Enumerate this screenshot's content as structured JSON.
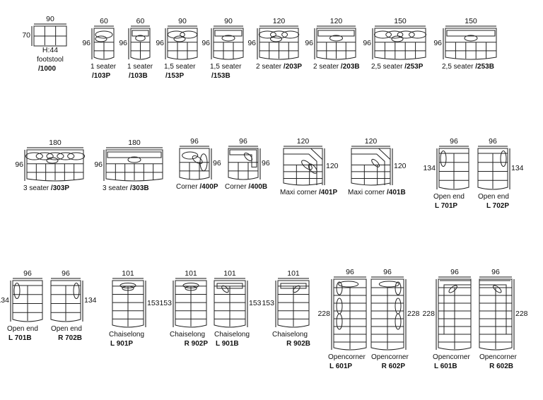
{
  "items": [
    {
      "width_label": "90",
      "height_label": "70",
      "extra": "H:44",
      "name": "footstool",
      "code": "/1000"
    },
    {
      "width_label": "60",
      "height_label": "96",
      "name": "1 seater",
      "code": "/103P"
    },
    {
      "width_label": "60",
      "height_label": "96",
      "name": "1 seater",
      "code": "/103B"
    },
    {
      "width_label": "90",
      "height_label": "96",
      "name": "1,5 seater",
      "code": "/153P"
    },
    {
      "width_label": "90",
      "height_label": "96",
      "name": "1,5 seater",
      "code": "/153B"
    },
    {
      "width_label": "120",
      "height_label": "96",
      "name": "2 seater",
      "code": "/203P"
    },
    {
      "width_label": "120",
      "height_label": "96",
      "name": "2 seater",
      "code": "/203B"
    },
    {
      "width_label": "150",
      "height_label": "96",
      "name": "2,5 seater",
      "code": "/253P"
    },
    {
      "width_label": "150",
      "height_label": "96",
      "name": "2,5 seater",
      "code": "/253B"
    },
    {
      "width_label": "180",
      "height_label": "96",
      "name": "3 seater",
      "code": "/303P"
    },
    {
      "width_label": "180",
      "height_label": "96",
      "name": "3 seater",
      "code": "/303B"
    },
    {
      "width_label": "96",
      "height_label": "96",
      "name": "Corner",
      "code": "/400P"
    },
    {
      "width_label": "96",
      "height_label": "96",
      "name": "Corner",
      "code": "/400B"
    },
    {
      "width_label": "120",
      "height_label": "120",
      "name": "Maxi corner",
      "code": "/401P"
    },
    {
      "width_label": "120",
      "height_label": "120",
      "name": "Maxi corner",
      "code": "/401B"
    },
    {
      "width_label": "96",
      "height_label": "134",
      "name": "Open end",
      "code": "L 701P"
    },
    {
      "width_label": "96",
      "height_label": "134",
      "name": "Open end",
      "code": "L 702P"
    },
    {
      "width_label": "96",
      "height_label": "134",
      "name": "Open end",
      "code": "L 701B"
    },
    {
      "width_label": "96",
      "height_label": "134",
      "name": "Open end",
      "code": "R 702B"
    },
    {
      "width_label": "101",
      "height_label": "153",
      "name": "Chaiselong",
      "code": "L 901P"
    },
    {
      "width_label": "101",
      "height_label": "153",
      "name": "Chaiselong",
      "code": "R 902P"
    },
    {
      "width_label": "101",
      "height_label": "153",
      "name": "Chaiselong",
      "code": "L 901B"
    },
    {
      "width_label": "101",
      "height_label": "153",
      "name": "Chaiselong",
      "code": "R 902B"
    },
    {
      "width_label": "96",
      "height_label": "228",
      "name": "Opencorner",
      "code": "L 601P"
    },
    {
      "width_label": "96",
      "height_label": "228",
      "name": "Opencorner",
      "code": "R 602P"
    },
    {
      "width_label": "96",
      "height_label": "228",
      "name": "Opencorner",
      "code": "L 601B"
    },
    {
      "width_label": "96",
      "height_label": "228",
      "name": "Opencorner",
      "code": "R 602B"
    }
  ]
}
